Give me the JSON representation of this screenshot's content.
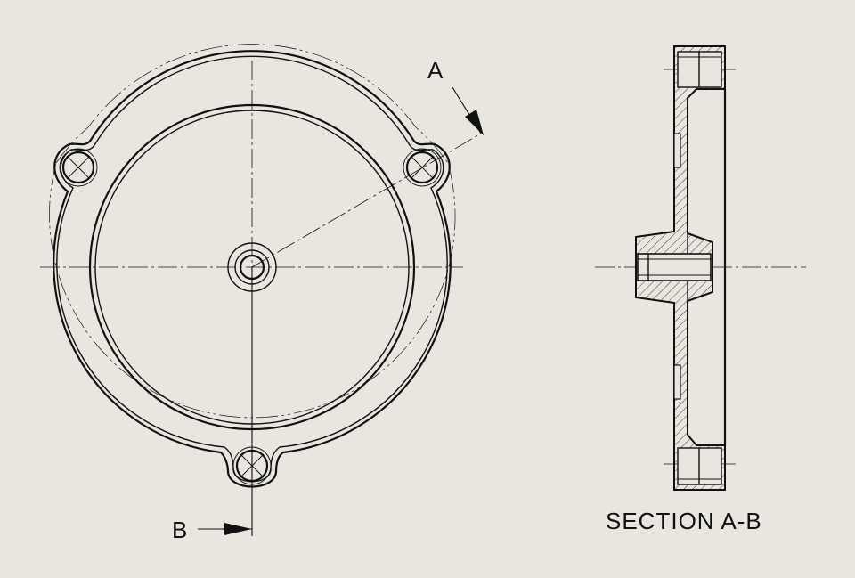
{
  "labels": {
    "section_a": "A",
    "section_b": "B",
    "section_caption": "SECTION A-B"
  },
  "colors": {
    "background": "#e8e6df",
    "line": "#111111"
  }
}
